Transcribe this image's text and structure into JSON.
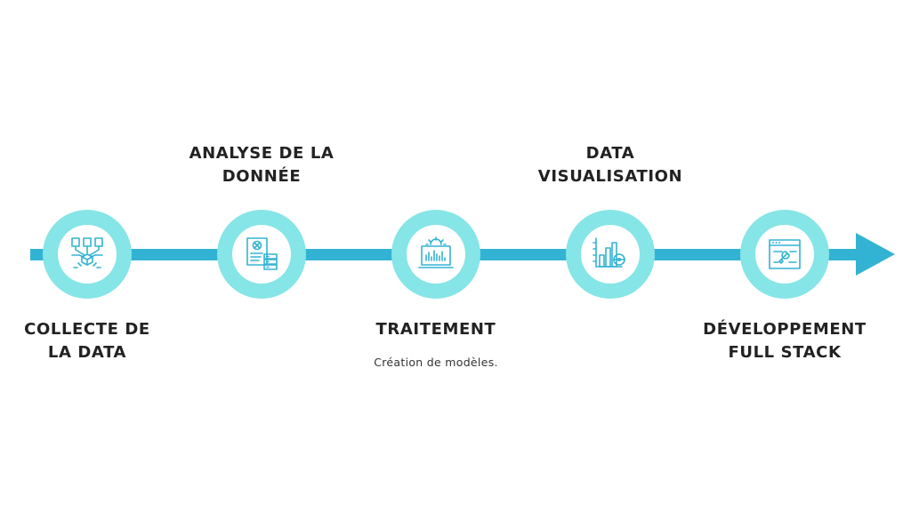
{
  "steps": [
    {
      "label": "COLLECTE DE\nLA DATA",
      "icon": "data-collection-icon"
    },
    {
      "label": "ANALYSE DE LA\nDONNÉE",
      "icon": "data-analysis-icon"
    },
    {
      "label": "TRAITEMENT",
      "icon": "monitor-processing-icon",
      "description": "Création de modèles."
    },
    {
      "label": "DATA\nVISUALISATION",
      "icon": "chart-visualisation-icon"
    },
    {
      "label": "DÉVELOPPEMENT\nFULL STACK",
      "icon": "dev-tools-icon"
    }
  ],
  "colors": {
    "track": "#33b3d3",
    "ring": "#86e5e6",
    "icon": "#33b3d3",
    "text": "#222222"
  }
}
